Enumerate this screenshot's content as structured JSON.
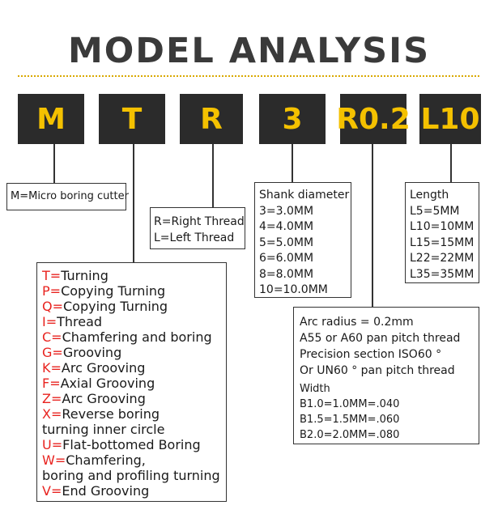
{
  "title": "MODEL ANALYSIS",
  "codes": [
    "M",
    "T",
    "R",
    "3",
    "R0.2",
    "L10"
  ],
  "colors": {
    "code_bg": "#2b2b2b",
    "code_fg": "#f4c100",
    "accent_red": "#e8231f",
    "dots": "#d9a800"
  },
  "box_m": {
    "text": "M=Micro boring cutter"
  },
  "box_r": {
    "lines": [
      "R=Right Thread",
      "L=Left Thread"
    ]
  },
  "box_shank": {
    "lines": [
      "Shank diameter",
      "3=3.0MM",
      "4=4.0MM",
      "5=5.0MM",
      "6=6.0MM",
      "8=8.0MM",
      "10=10.0MM"
    ]
  },
  "box_length": {
    "lines": [
      "Length",
      "L5=5MM",
      "L10=10MM",
      "L15=15MM",
      "L22=22MM",
      "L35=35MM"
    ]
  },
  "box_arc": {
    "lines": [
      "Arc radius = 0.2mm",
      "A55 or A60 pan pitch thread",
      "Precision section ISO60 °",
      "Or UN60 ° pan pitch thread",
      "Width"
    ],
    "widths": [
      "B1.0=1.0MM=.040",
      "B1.5=1.5MM=.060",
      "B2.0=2.0MM=.080"
    ]
  },
  "box_type": {
    "items": [
      {
        "code": "T=",
        "text": "Turning"
      },
      {
        "code": "P=",
        "text": "Copying Turning"
      },
      {
        "code": "Q=",
        "text": "Copying Turning"
      },
      {
        "code": "I=",
        "text": "Thread"
      },
      {
        "code": "C=",
        "text": "Chamfering and boring"
      },
      {
        "code": "G=",
        "text": "Grooving"
      },
      {
        "code": "K=",
        "text": "Arc Grooving"
      },
      {
        "code": "F=",
        "text": "Axial Grooving"
      },
      {
        "code": "Z=",
        "text": "Arc Grooving"
      },
      {
        "code": "X=",
        "text": "Reverse boring"
      },
      {
        "code": "",
        "text": "turning inner circle"
      },
      {
        "code": "U=",
        "text": "Flat-bottomed Boring"
      },
      {
        "code": "W=",
        "text": "Chamfering,"
      },
      {
        "code": "",
        "text": "boring and profiling turning"
      },
      {
        "code": "V=",
        "text": "End Grooving"
      }
    ]
  }
}
